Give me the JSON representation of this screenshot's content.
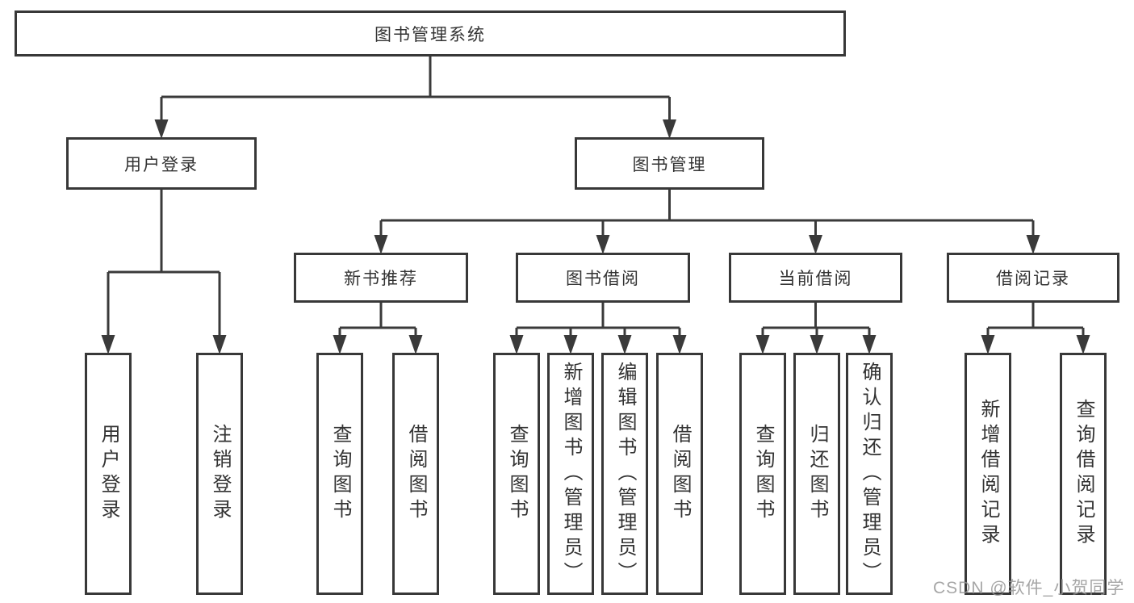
{
  "watermark": "CSDN @软件_小贺同学",
  "colors": {
    "line": "#3a3a3a",
    "box_border": "#383838",
    "text": "#333333",
    "watermark": "#969696",
    "background": "#ffffff"
  },
  "diagram": {
    "root": {
      "label": "图书管理系统"
    },
    "user_login_branch": {
      "label": "用户登录",
      "children": [
        {
          "label": "用户登录"
        },
        {
          "label": "注销登录"
        }
      ]
    },
    "book_mgmt_branch": {
      "label": "图书管理",
      "sections": [
        {
          "label": "新书推荐",
          "children": [
            {
              "label": "查询图书"
            },
            {
              "label": "借阅图书"
            }
          ]
        },
        {
          "label": "图书借阅",
          "children": [
            {
              "label": "查询图书"
            },
            {
              "label": "新增图书（管理员）"
            },
            {
              "label": "编辑图书（管理员）"
            },
            {
              "label": "借阅图书"
            }
          ]
        },
        {
          "label": "当前借阅",
          "children": [
            {
              "label": "查询图书"
            },
            {
              "label": "归还图书"
            },
            {
              "label": "确认归还（管理员）"
            }
          ]
        },
        {
          "label": "借阅记录",
          "children": [
            {
              "label": "新增借阅记录"
            },
            {
              "label": "查询借阅记录"
            }
          ]
        }
      ]
    }
  }
}
